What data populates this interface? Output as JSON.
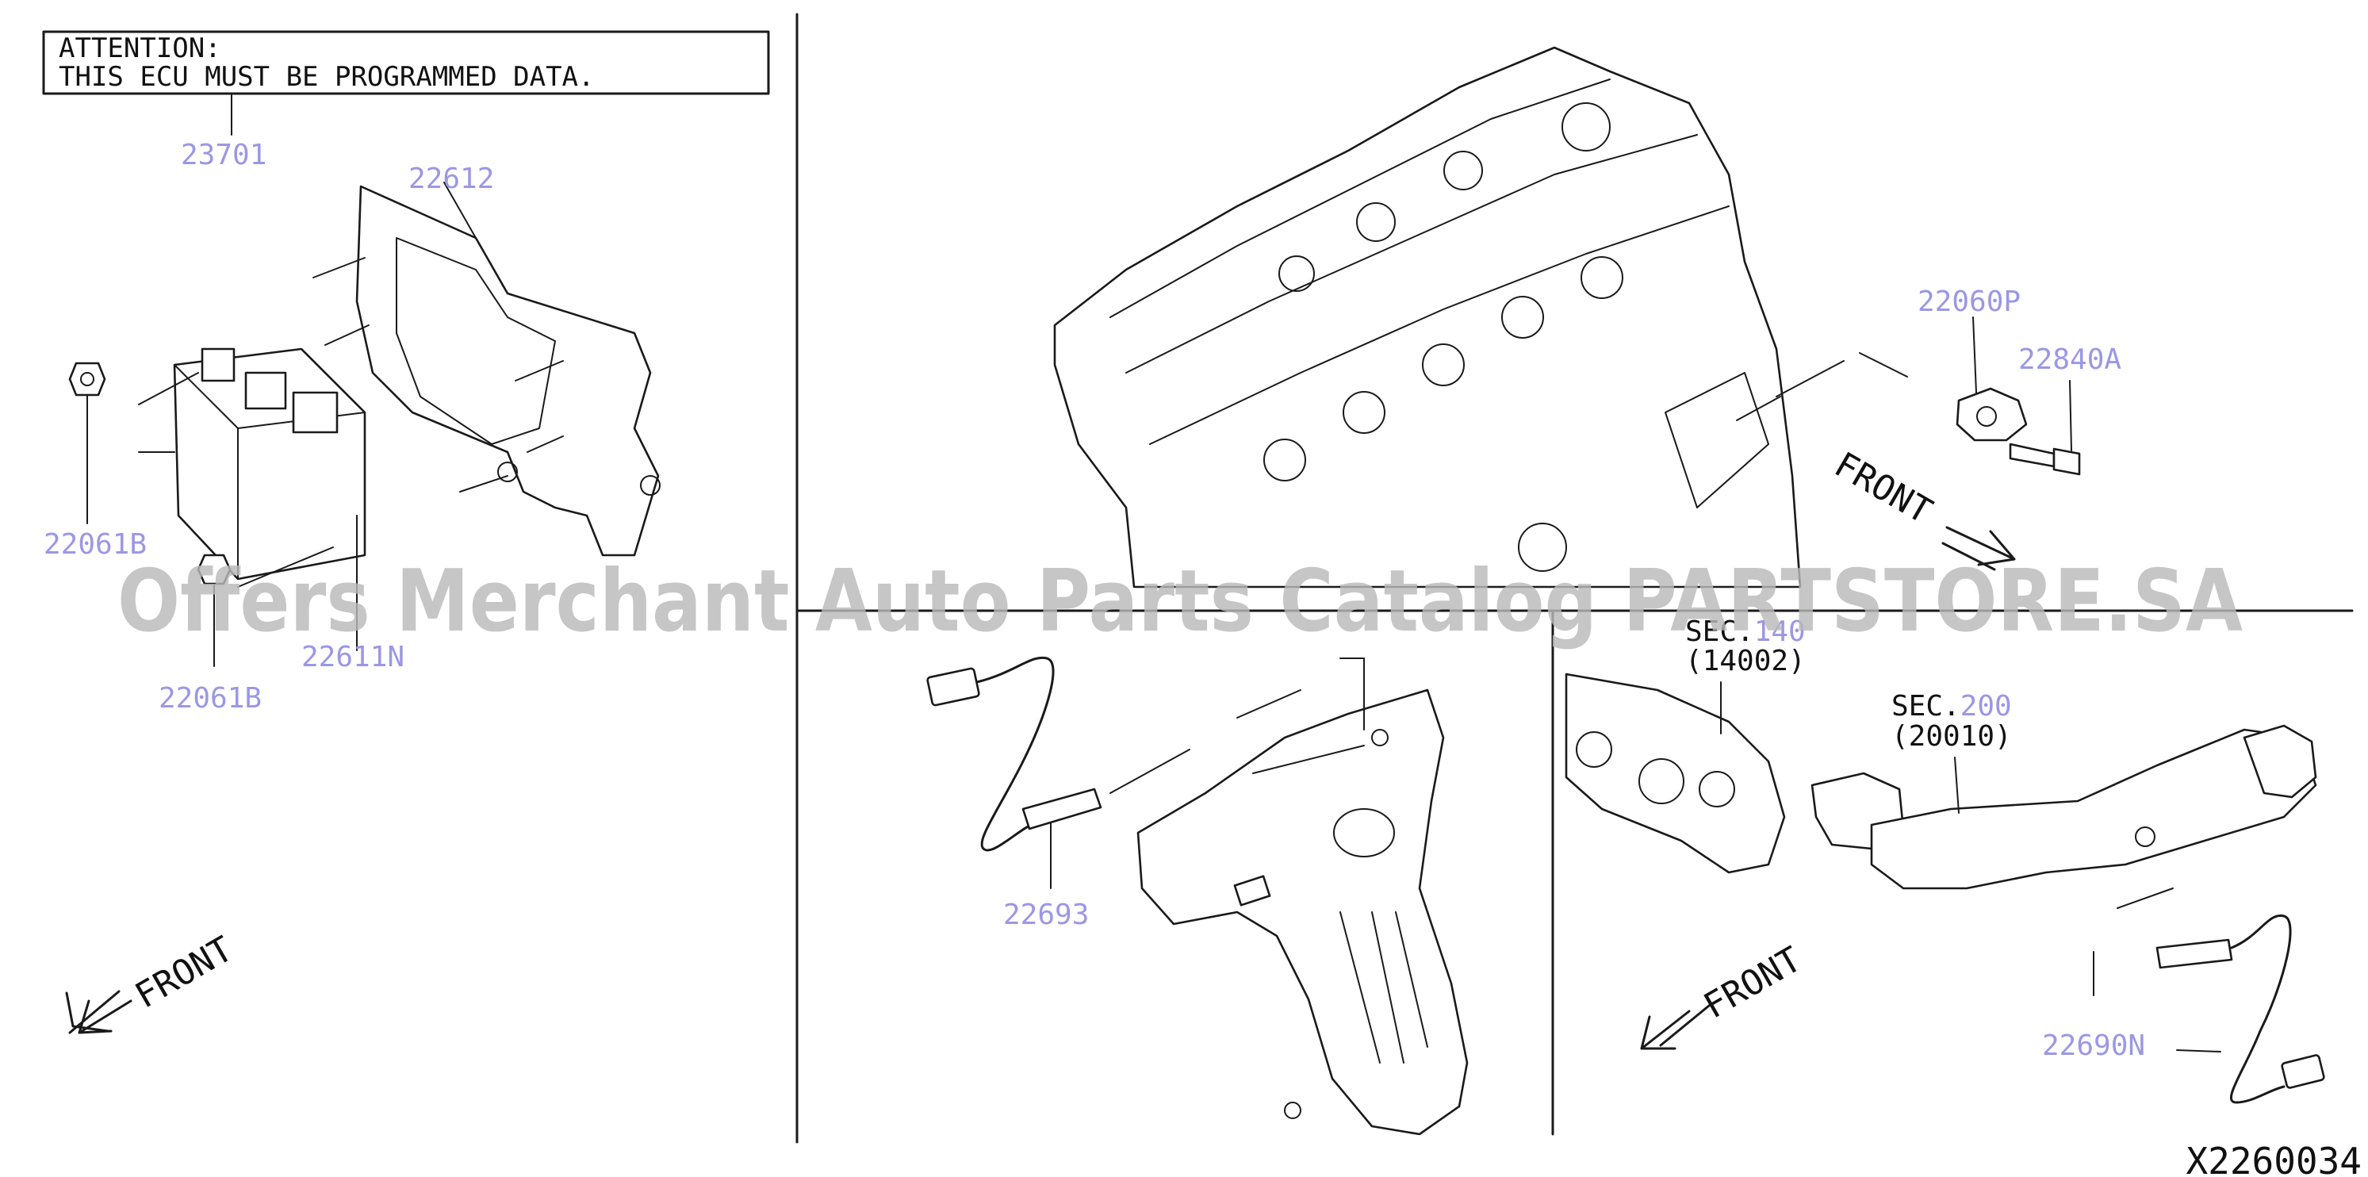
{
  "attention": {
    "line1": "ATTENTION:",
    "line2": "THIS ECU MUST BE PROGRAMMED DATA."
  },
  "parts": {
    "p23701": "23701",
    "p22612": "22612",
    "p22061b_a": "22061B",
    "p22061b_b": "22061B",
    "p22611n": "22611N",
    "p22060p": "22060P",
    "p22840a": "22840A",
    "p22693": "22693",
    "p22690n": "22690N"
  },
  "sections": {
    "sec140_prefix": "SEC.",
    "sec140_num": "140",
    "sec140_code": "(14002)",
    "sec200_prefix": "SEC.",
    "sec200_num": "200",
    "sec200_code": "(20010)"
  },
  "front_labels": {
    "front1": "FRONT",
    "front2": "FRONT",
    "front3": "FRONT"
  },
  "watermark": "Offers Merchant Auto Parts Catalog PARTSTORE.SA",
  "diagram_code": "X2260034",
  "colors": {
    "line": "#1a1a1a",
    "part_number": "#9b97e6",
    "watermark": "#b9b9b9",
    "background": "#ffffff"
  }
}
